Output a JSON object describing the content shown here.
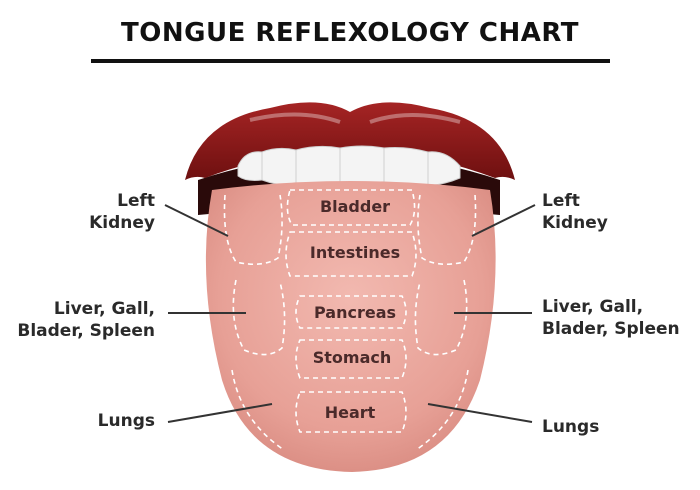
{
  "title": "TONGUE REFLEXOLOGY CHART",
  "center_zones": {
    "bladder": "Bladder",
    "intestines": "Intestines",
    "pancreas": "Pancreas",
    "stomach": "Stomach",
    "heart": "Heart"
  },
  "left_labels": {
    "kidney": [
      "Left",
      "Kidney"
    ],
    "liver": [
      "Liver, Gall,",
      "Blader, Spleen"
    ],
    "lungs": [
      "Lungs"
    ]
  },
  "right_labels": {
    "kidney": [
      "Left",
      "Kidney"
    ],
    "liver": [
      "Liver, Gall,",
      "Blader, Spleen"
    ],
    "lungs": [
      "Lungs"
    ]
  },
  "colors": {
    "lips": "#8e1c1c",
    "tongue": "#e8a39b",
    "teeth": "#f2f2f2"
  }
}
